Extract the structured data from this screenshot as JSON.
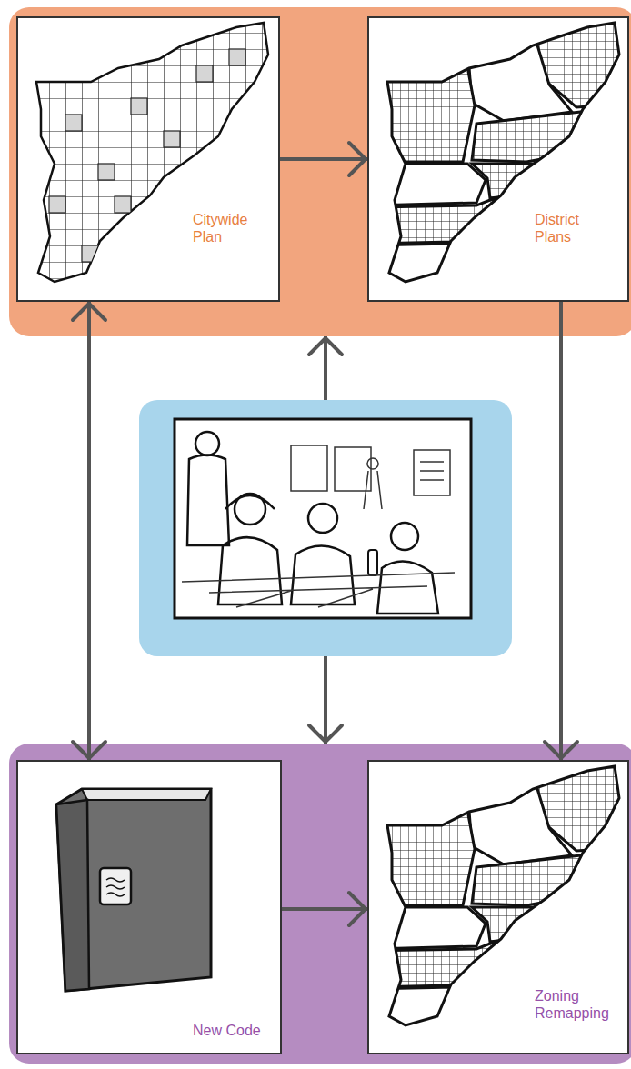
{
  "diagram": {
    "nodes": [
      {
        "text": []
      },
      {
        "text": [
          "Citywide Plan"
        ],
        "in": 0
      },
      {
        "text": [
          "District Plans"
        ],
        "in": 0
      },
      {
        "text": []
      },
      {
        "text": []
      },
      {
        "text": [
          "New Code"
        ],
        "in": 4
      },
      {
        "text": [
          "Zoning Remapping"
        ],
        "in": 4
      }
    ],
    "edges": [
      {
        "from": 1,
        "to": 2,
        "arrow": "to"
      },
      {
        "from": 2,
        "to": 6,
        "arrow": "to"
      },
      {
        "from": 1,
        "to": 5,
        "arrow": "both"
      },
      {
        "from": 3,
        "to": 0,
        "arrow": "to"
      },
      {
        "from": 3,
        "to": 4,
        "arrow": "to"
      },
      {
        "from": 5,
        "to": 6,
        "arrow": "to"
      }
    ]
  }
}
